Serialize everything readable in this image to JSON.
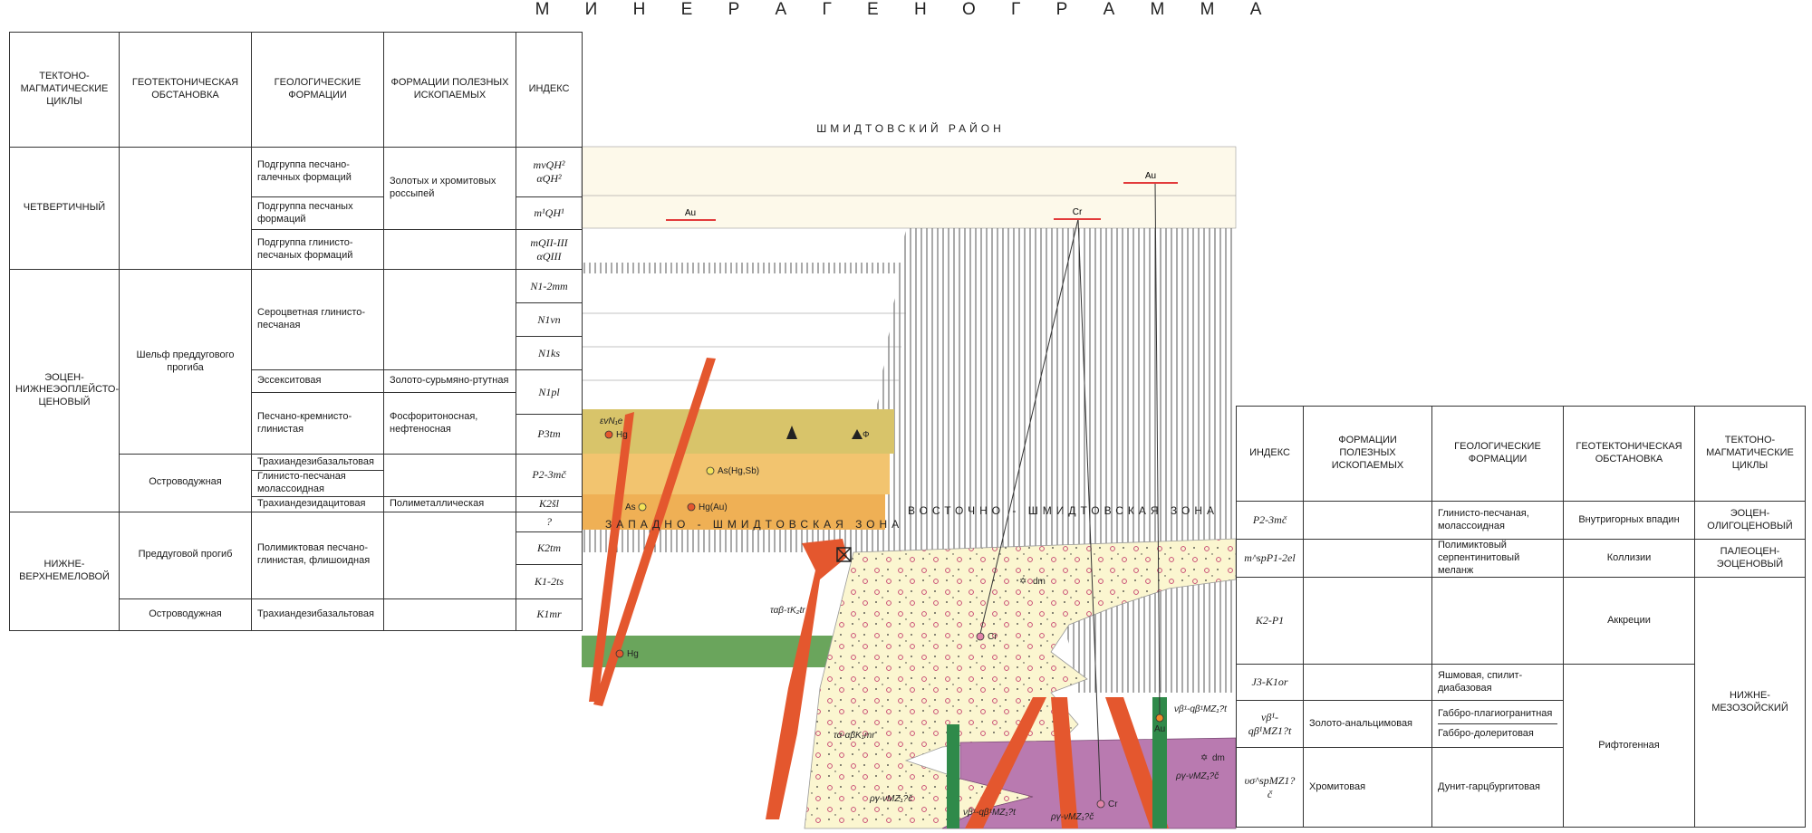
{
  "title": "М И Н Е Р А Г Е Н О Г Р А М М А",
  "subtitle": "ШМИДТОВСКИЙ РАЙОН",
  "zones": {
    "west": "ЗАПАДНО - ШМИДТОВСКАЯ ЗОНА",
    "east": "ВОСТОЧНО - ШМИДТОВСКАЯ ЗОНА"
  },
  "headers": {
    "cycles": "ТЕКТОНО-МАГМАТИЧЕСКИЕ ЦИКЛЫ",
    "setting": "ГЕОТЕКТОНИЧЕСКАЯ ОБСТАНОВКА",
    "formations": "ГЕОЛОГИЧЕСКИЕ ФОРМАЦИИ",
    "minerals": "ФОРМАЦИИ ПОЛЕЗНЫХ ИСКОПАЕМЫХ",
    "index": "ИНДЕКС"
  },
  "left_table": {
    "cycles": [
      "ЧЕТВЕРТИЧНЫЙ",
      "ЭОЦЕН-НИЖНЕЭОПЛЕЙСТО-ЦЕНОВЫЙ",
      "НИЖНЕ-ВЕРХНЕМЕЛОВОЙ"
    ],
    "settings": [
      "Шельф преддугового прогиба",
      "Островодужная",
      "Преддуговой прогиб",
      "Островодужная"
    ],
    "formations": [
      "Подгруппа песчано-галечных формаций",
      "Подгруппа песчаных формаций",
      "Подгруппа глинисто-песчаных формаций",
      "Сероцветная глинисто-песчаная",
      "Эссекситовая",
      "Песчано-кремнисто-глинистая",
      "Трахиандезибазальтовая",
      "Глинисто-песчаная молассоидная",
      "Трахиандезидацитовая",
      "Полимиктовая песчано-глинистая, флишоидная",
      "Трахиандезибазальтовая"
    ],
    "minerals": [
      "Золотых и хромитовых россыпей",
      "Золото-сурьмяно-ртутная",
      "Фосфоритоносная, нефтеносная",
      "Полиметаллическая"
    ],
    "indices": [
      "mvQH² αQH²",
      "m¹QH¹",
      "mQII-III αQIII",
      "N1-2mm",
      "N1vn",
      "N1ks",
      "N1pl",
      "P3tm",
      "P2-3mč",
      "K2šl",
      "?",
      "K2tm",
      "K1-2ts",
      "K1mr"
    ]
  },
  "right_table": {
    "indices": [
      "P2-3mč",
      "m^spP1-2el",
      "K2-P1",
      "J3-K1or",
      "νβ¹-qβ¹MZ1?t",
      "υσ^spMZ1?č"
    ],
    "minerals": [
      "Золото-анальцимовая",
      "Хромитовая"
    ],
    "formations": [
      "Глинисто-песчаная, молассоидная",
      "Полимиктовый серпентинитовый меланж",
      "Яшмовая, спилит-диабазовая",
      "Габбро-плагиогранитная",
      "Габбро-долеритовая",
      "Дунит-гарцбургитовая"
    ],
    "settings": [
      "Внутригорных впадин",
      "Коллизии",
      "Аккреции",
      "Рифтогенная"
    ],
    "cycles": [
      "ЭОЦЕН-ОЛИГОЦЕНОВЫЙ",
      "ПАЛЕОЦЕН-ЭОЦЕНОВЫЙ",
      "НИЖНЕ-МЕЗОЗОЙСКИЙ"
    ]
  },
  "diagram_labels": {
    "au": "Au",
    "cr": "Cr",
    "hg": "Hg",
    "as": "As",
    "as_hg_sb": "As(Hg,Sb)",
    "hg_au": "Hg(Au)",
    "dm": "dm",
    "phi": "Ф",
    "evn": "εvN₁e",
    "tab": "ταβ-τK₂tr",
    "taab": "τα-αβK₁mr",
    "rgv1": "ργ-νMZ₁?č",
    "nvb": "νβ¹-qβ¹MZ₁?t",
    "rgv2": "ργ-νMZ₁?č",
    "rgv3": "ργ-νMZ₁?č",
    "rgv4": "ργ-νMZ₁?č",
    "nvb2": "νβ¹-qβ¹MZ₁?t"
  },
  "colors": {
    "quaternary": "#fdf9ea",
    "n1pl": "#d8c46a",
    "p3tm": "#f2c46f",
    "p23": "#efb055",
    "k1mr": "#6aa55c",
    "dike": "#e4572e",
    "melange": "#fbf6d0",
    "ultramafic": "#b97ab0",
    "hatch": "#555555",
    "gabbro_green": "#2f8a4a",
    "red_line": "#e23b3b"
  }
}
